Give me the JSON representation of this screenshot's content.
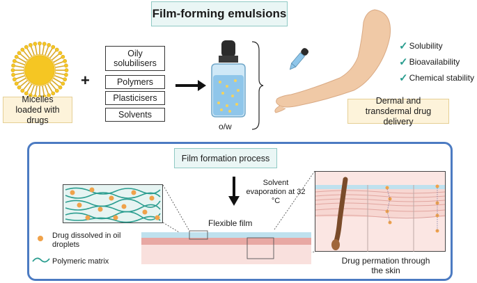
{
  "title": "Film-forming emulsions",
  "micelles_label": "Micelles loaded with drugs",
  "plus": "+",
  "ingredients": [
    "Oily solubilisers",
    "Polymers",
    "Plasticisers",
    "Solvents"
  ],
  "bottle_label": "o/w",
  "benefits": [
    "Solubility",
    "Bioavailability",
    "Chemical stability"
  ],
  "check_glyph": "✓",
  "delivery_label": "Dermal and transdermal drug delivery",
  "process_title": "Film formation process",
  "evaporation_label": "Solvent evaporation at 32 °C",
  "film_label": "Flexible film",
  "legend": {
    "drug": "Drug dissolved in oil droplets",
    "matrix": "Polymeric matrix"
  },
  "permeation_label": "Drug permation through the skin",
  "colors": {
    "title_bg": "#eaf6f5",
    "accent_blue": "#4c7bc2",
    "cream_box": "#fdf3da",
    "drug_orange": "#f0a24a",
    "matrix_teal": "#2a9d8f",
    "skin_pink": "#f3c9c4"
  }
}
